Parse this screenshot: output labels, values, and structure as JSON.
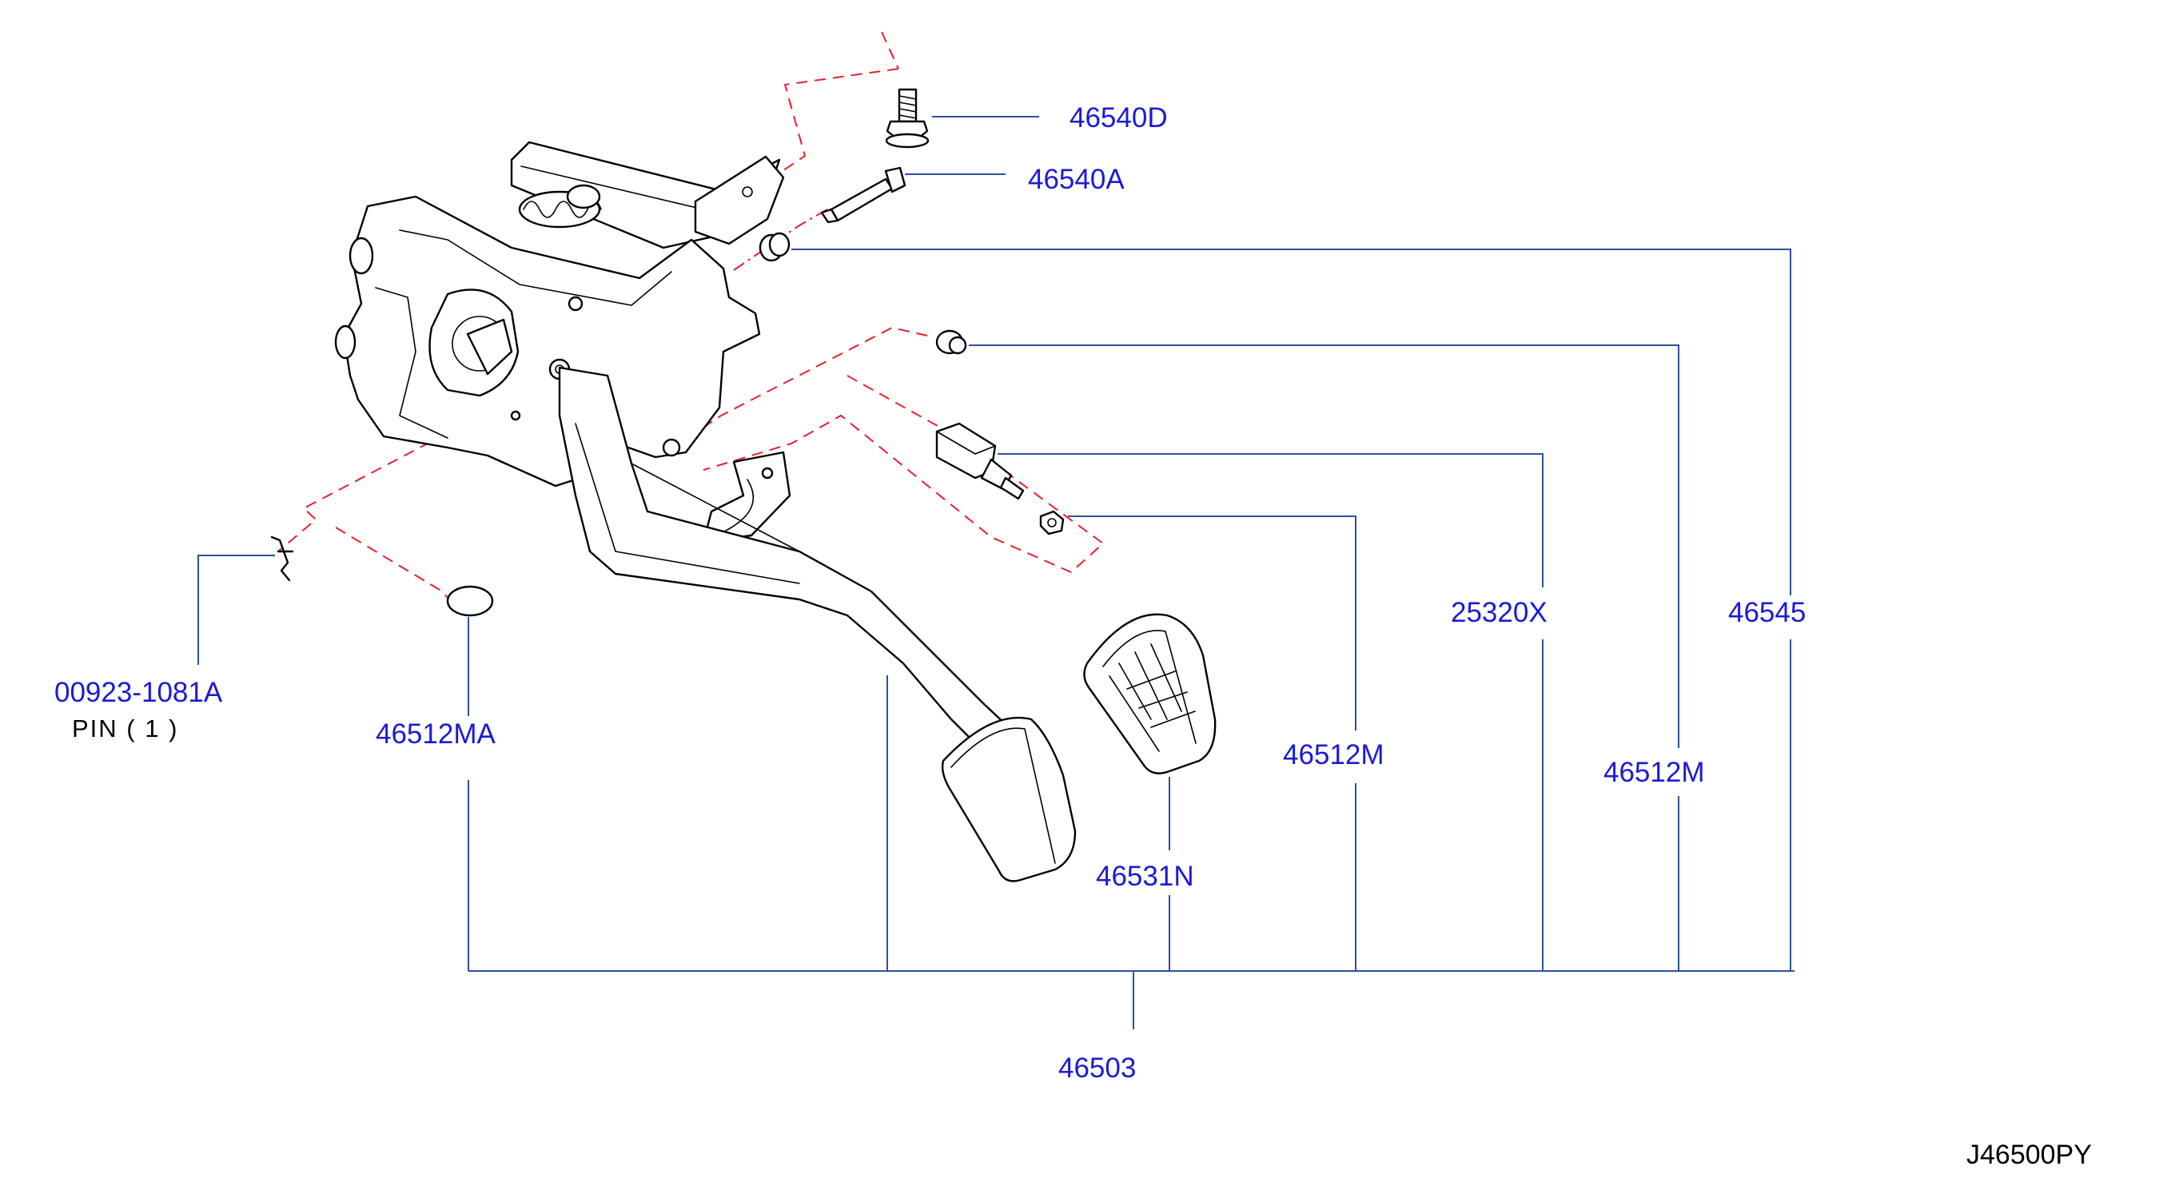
{
  "labels": {
    "p46540D": "46540D",
    "p46540A": "46540A",
    "p00923": "00923-1081A",
    "pin_note": "PIN ( 1 )",
    "p46512MA": "46512MA",
    "p25320X": "25320X",
    "p46545": "46545",
    "p46512M_a": "46512M",
    "p46512M_b": "46512M",
    "p46531N": "46531N",
    "p46503": "46503",
    "diagram_ref": "J46500PY"
  },
  "colors": {
    "label_blue": "#1a1ad6",
    "leader_blue": "#2c4f9e",
    "dash_red": "#e8202a",
    "ink": "#000000"
  }
}
